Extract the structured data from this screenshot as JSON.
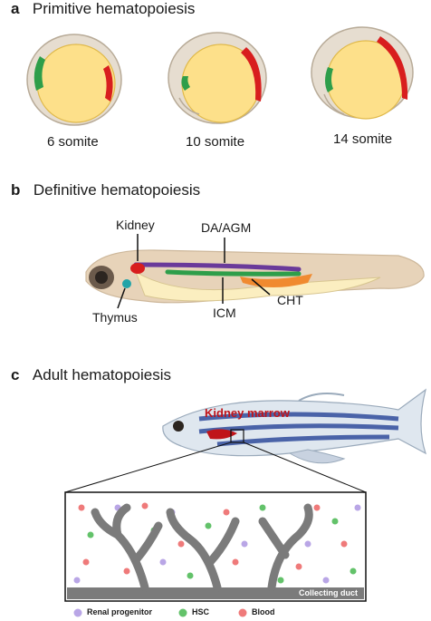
{
  "panel_a": {
    "letter": "a",
    "title": "Primitive hematopoiesis",
    "stages": [
      "6 somite",
      "10 somite",
      "14 somite"
    ]
  },
  "panel_b": {
    "letter": "b",
    "title": "Definitive hematopoiesis",
    "labels": {
      "kidney": "Kidney",
      "da_agm": "DA/AGM",
      "thymus": "Thymus",
      "icm": "ICM",
      "cht": "CHT"
    }
  },
  "panel_c": {
    "letter": "c",
    "title": "Adult hematopoiesis",
    "kidney_marrow": "Kidney marrow",
    "collecting_duct": "Collecting duct",
    "legend": [
      {
        "label": "Renal progenitor",
        "color": "#b9a6e6"
      },
      {
        "label": "HSC",
        "color": "#63c26a"
      },
      {
        "label": "Blood",
        "color": "#ef7a7a"
      }
    ]
  },
  "colors": {
    "yolk": "#fde08a",
    "embryo": "#e6ddd0",
    "primitive_green": "#2e9e4a",
    "primitive_red": "#d81e1e",
    "kidney_red": "#c0141a",
    "duct_gray": "#7b7b7b"
  }
}
